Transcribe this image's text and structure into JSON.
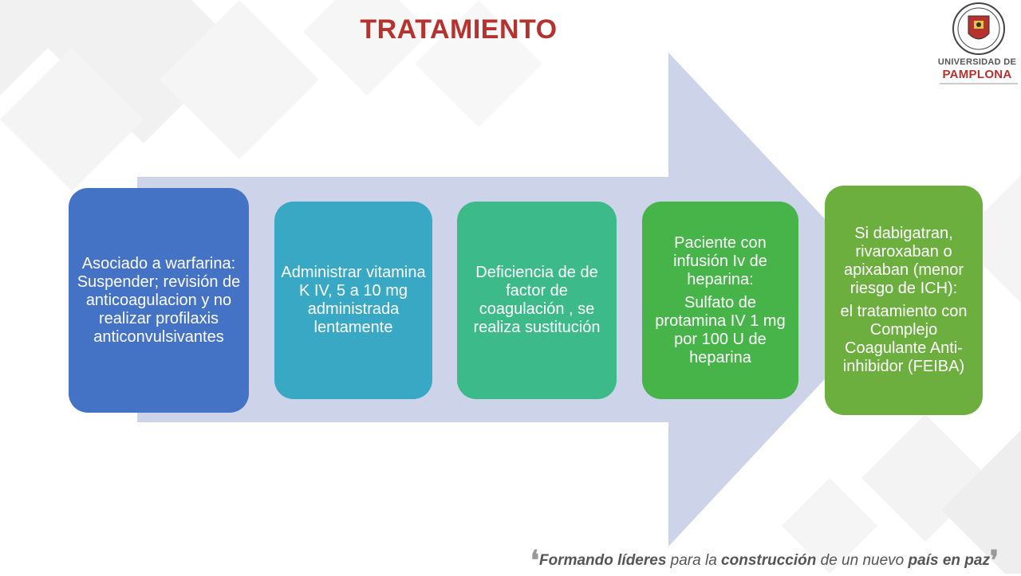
{
  "title": "TRATAMIENTO",
  "colors": {
    "title": "#b5322f",
    "arrow": "#cdd4ea",
    "box1": "#4472c4",
    "box2": "#38a8c4",
    "box3": "#3dba8a",
    "box4": "#46b449",
    "box5": "#6caf3f"
  },
  "steps": [
    {
      "paragraphs": [
        "Asociado a warfarina: Suspender; revisión de anticoagulacion y no realizar profilaxis anticonvulsivantes"
      ]
    },
    {
      "paragraphs": [
        "Administrar vitamina K IV, 5 a 10 mg administrada lentamente"
      ]
    },
    {
      "paragraphs": [
        "Deficiencia de de factor de coagulación , se realiza sustitución"
      ]
    },
    {
      "paragraphs": [
        "Paciente con infusión Iv de heparina:",
        "Sulfato de protamina IV 1 mg por 100 U de heparina"
      ]
    },
    {
      "paragraphs": [
        "Si dabigatran, rivaroxaban o apixaban (menor riesgo de ICH):",
        "el tratamiento con Complejo Coagulante Anti-inhibidor (FEIBA)"
      ]
    }
  ],
  "logo": {
    "line1": "UNIVERSIDAD DE",
    "line2": "PAMPLONA"
  },
  "slogan": {
    "open_quote": "❛",
    "part1": "Formando líderes",
    "part2": " para la ",
    "part3": "construcción",
    "part4": " de un nuevo ",
    "part5": "país en paz",
    "close_quote": "❜"
  }
}
